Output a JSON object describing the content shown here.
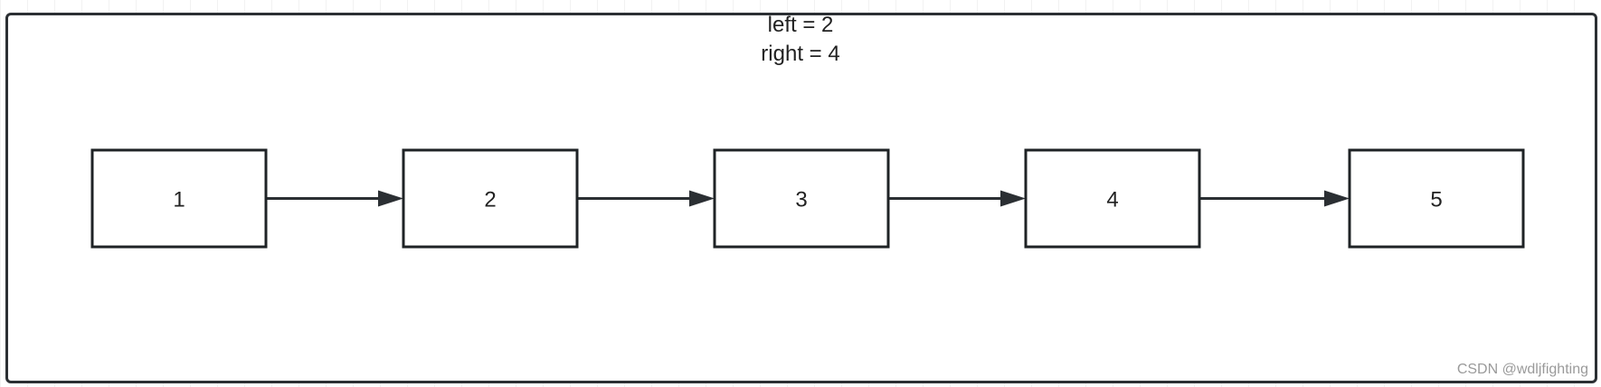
{
  "caption": {
    "left_text": "left = 2",
    "right_text": "right = 4"
  },
  "nodes": [
    {
      "label": "1"
    },
    {
      "label": "2"
    },
    {
      "label": "3"
    },
    {
      "label": "4"
    },
    {
      "label": "5"
    }
  ],
  "edges": [
    {
      "from": "1",
      "to": "2"
    },
    {
      "from": "2",
      "to": "3"
    },
    {
      "from": "3",
      "to": "4"
    },
    {
      "from": "4",
      "to": "5"
    }
  ],
  "watermark": "CSDN @wdljfighting",
  "colors": {
    "stroke": "#1f2326",
    "text": "#222222",
    "watermark": "#9a9a9a"
  }
}
